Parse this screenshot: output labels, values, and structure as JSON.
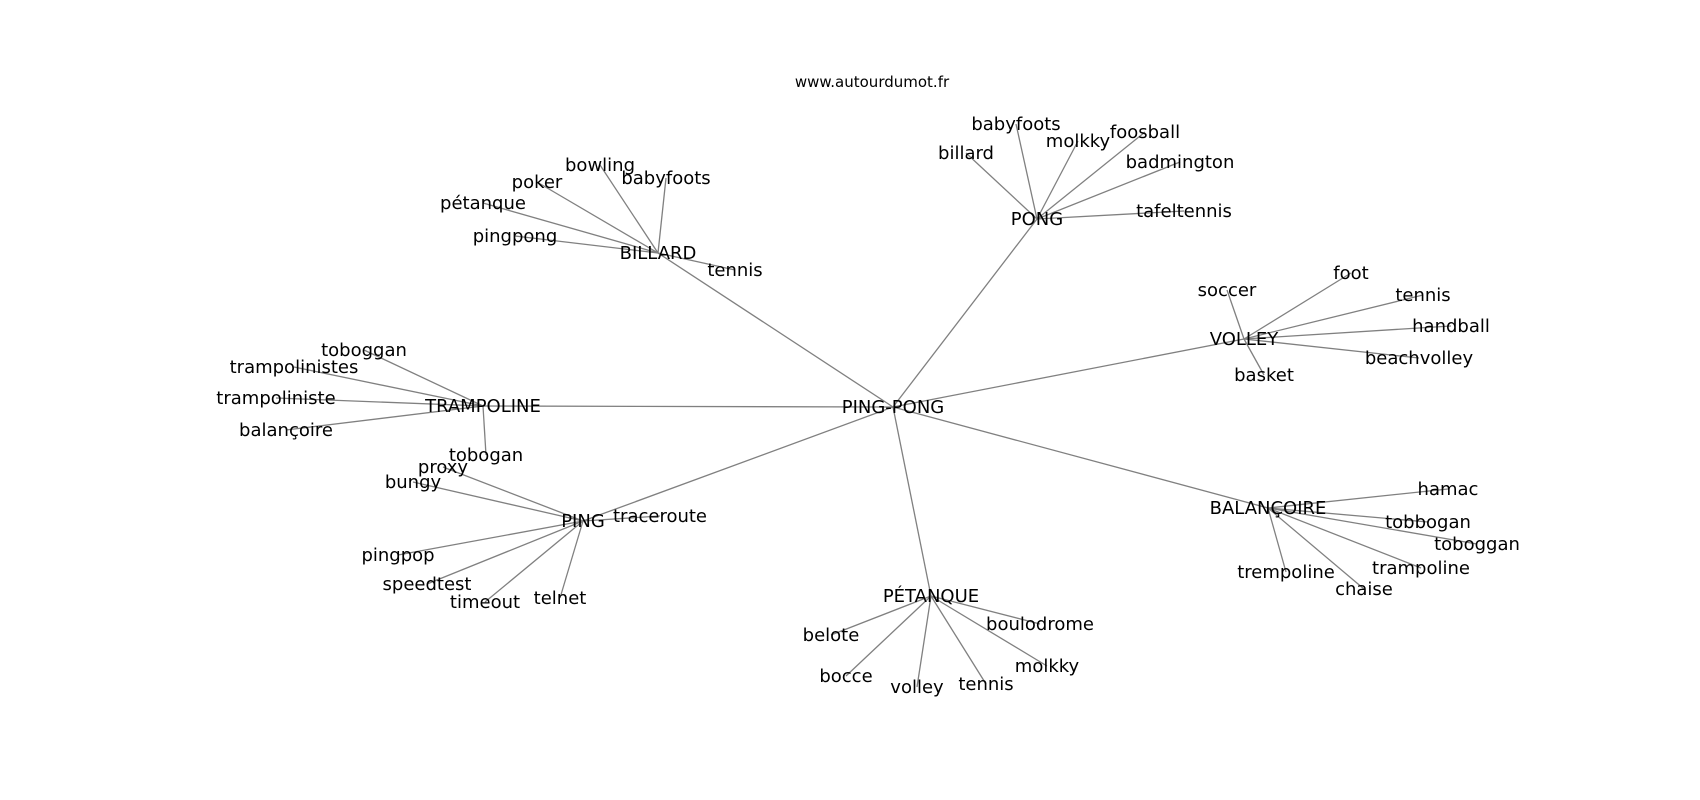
{
  "site": "www.autourdumot.fr",
  "root": "PING-PONG",
  "clusters": [
    {
      "label": "BILLARD",
      "words": [
        "bowling",
        "babyfoots",
        "poker",
        "pétanque",
        "pingpong",
        "tennis"
      ]
    },
    {
      "label": "PONG",
      "words": [
        "babyfoots",
        "billard",
        "molkky",
        "foosball",
        "badmington",
        "tafeltennis"
      ]
    },
    {
      "label": "VOLLEY",
      "words": [
        "foot",
        "soccer",
        "tennis",
        "handball",
        "beachvolley",
        "basket"
      ]
    },
    {
      "label": "TRAMPOLINE",
      "words": [
        "toboggan",
        "trampolinistes",
        "trampoliniste",
        "balançoire",
        "tobogan"
      ]
    },
    {
      "label": "PING",
      "words": [
        "proxy",
        "bungy",
        "traceroute",
        "pingpop",
        "speedtest",
        "timeout",
        "telnet"
      ]
    },
    {
      "label": "BALANÇOIRE",
      "words": [
        "hamac",
        "tobbogan",
        "toboggan",
        "trampoline",
        "trempoline",
        "chaise"
      ]
    },
    {
      "label": "PÉTANQUE",
      "words": [
        "boulodrome",
        "belote",
        "molkky",
        "bocce",
        "volley",
        "tennis"
      ]
    }
  ]
}
